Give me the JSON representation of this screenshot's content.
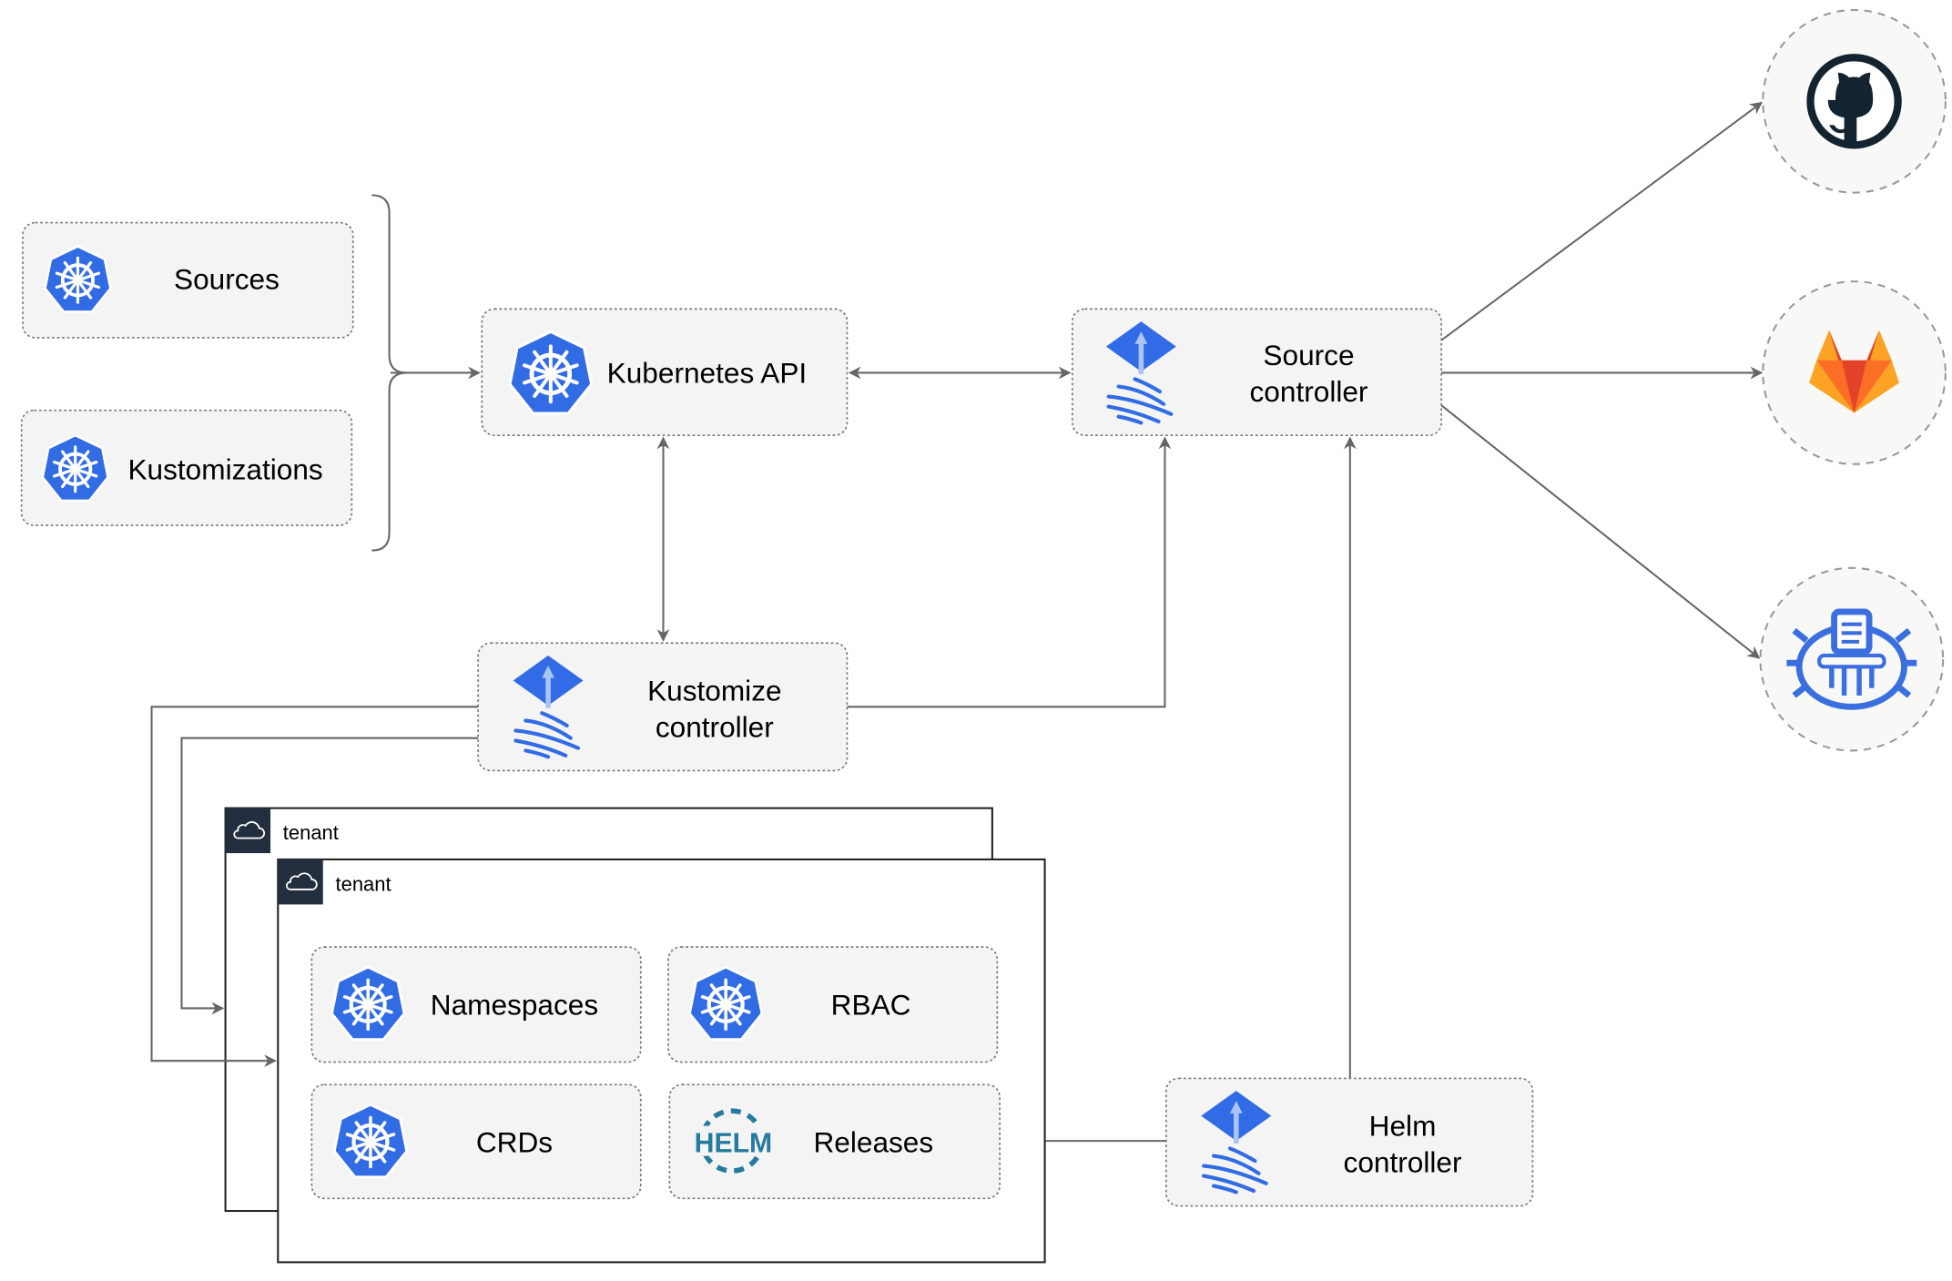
{
  "nodes": {
    "sources": "Sources",
    "kustomizations": "Kustomizations",
    "kubernetes_api": "Kubernetes API",
    "source_controller": [
      "Source",
      "controller"
    ],
    "kustomize_controller": [
      "Kustomize",
      "controller"
    ],
    "helm_controller": [
      "Helm",
      "controller"
    ],
    "namespaces": "Namespaces",
    "rbac": "RBAC",
    "crds": "CRDs",
    "releases": "Releases",
    "helm_logo_text": "HELM"
  },
  "tenants": [
    "tenant",
    "tenant"
  ],
  "external": [
    {
      "name": "github",
      "icon": "github-icon"
    },
    {
      "name": "gitlab",
      "icon": "gitlab-icon"
    },
    {
      "name": "bucket",
      "icon": "bucket-icon"
    }
  ],
  "colors": {
    "kubernetes": "#326CE5",
    "flux": "#316CE6",
    "github": "#13232F",
    "gitlab_dark": "#E24329",
    "gitlab_light": "#FCA326",
    "helm": "#277A9F"
  }
}
